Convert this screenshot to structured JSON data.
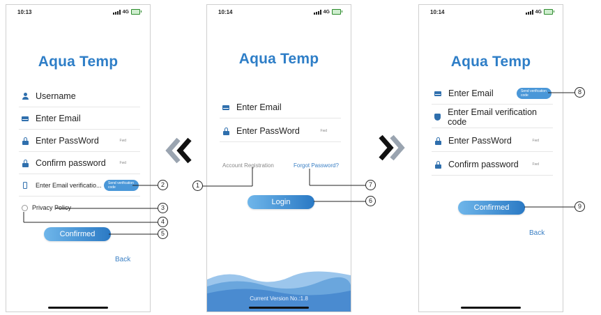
{
  "app_title": "Aqua Temp",
  "screens": {
    "left": {
      "time": "10:13",
      "network": "4G",
      "fields": {
        "username": "Username",
        "email": "Enter Email",
        "password": "Enter PassWord",
        "confirm": "Confirm password",
        "email_code": "Enter Email verificatio..."
      },
      "send_code_label": "Send verification code",
      "eye_label": "Fwd",
      "privacy_label": "Privacy Policy",
      "confirm_button": "Confirmed",
      "back_link": "Back"
    },
    "middle": {
      "time": "10:14",
      "network": "4G",
      "fields": {
        "email": "Enter Email",
        "password": "Enter PassWord"
      },
      "eye_label": "Fwd",
      "account_registration": "Account Registration",
      "forgot_password": "Forgot Password?",
      "login_button": "Login",
      "version": "Current Version No.:1.8"
    },
    "right": {
      "time": "10:14",
      "network": "4G",
      "fields": {
        "email": "Enter Email",
        "email_code": "Enter Email verification code",
        "password": "Enter PassWord",
        "confirm": "Confirm password"
      },
      "send_code_label": "Send verification code",
      "eye_label": "Fwd",
      "confirm_button": "Confirmed",
      "back_link": "Back"
    }
  },
  "callouts": {
    "c1": "1",
    "c2": "2",
    "c3": "3",
    "c4": "4",
    "c5": "5",
    "c6": "6",
    "c7": "7",
    "c8": "8",
    "c9": "9"
  },
  "icons": [
    "user-icon",
    "mail-icon",
    "lock-icon",
    "phone-icon",
    "shield-icon",
    "eye-icon",
    "arrow-left-icon",
    "arrow-right-icon"
  ],
  "colors": {
    "brand": "#2e7ec7",
    "button_start": "#6fb6ea",
    "button_end": "#2a79c4",
    "link": "#3a7fc4",
    "wave": "#4a8bd0"
  }
}
